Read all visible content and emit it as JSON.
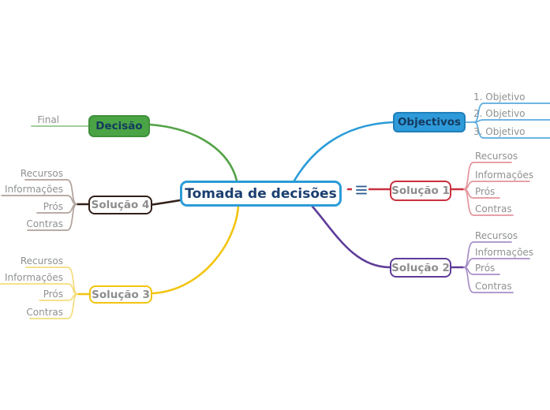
{
  "map": {
    "root": {
      "label": "Tomada de decisões",
      "border_color": "#2b9cd8",
      "text_color": "#1b3f70"
    },
    "relationship_icon": {
      "name": "hamburger-icon",
      "glyph": "≡",
      "color": "#2a5a8f"
    },
    "objectivos": {
      "label": "Objectivos",
      "fill": "#2e9ada",
      "text_color": "#143a5f",
      "line_color": "#2b9cd8",
      "child_line_color": "#5aabdd",
      "children": [
        "1. Objetivo",
        "2. Objetivo",
        "3. Objetivo"
      ]
    },
    "solucao1": {
      "label": "Solução 1",
      "border_color": "#c9303e",
      "text_color": "#8d8d8d",
      "line_color": "#c9303e",
      "child_line_color": "#e4949c",
      "children": [
        "Recursos",
        "Informações",
        "Prós",
        "Contras"
      ]
    },
    "solucao2": {
      "label": "Solução 2",
      "border_color": "#5e3c98",
      "text_color": "#8d8d8d",
      "line_color": "#5e3c98",
      "child_line_color": "#a78fc8",
      "children": [
        "Recursos",
        "Informações",
        "Prós",
        "Contras"
      ]
    },
    "decisao": {
      "label": "Decisão",
      "fill": "#4aa445",
      "text_color": "#143a5f",
      "line_color": "#53a346",
      "child_line_color": "#94c78c",
      "children": [
        "Final"
      ]
    },
    "solucao4": {
      "label": "Solução 4",
      "border_color": "#33201a",
      "text_color": "#8d8d8d",
      "line_color": "#33201a",
      "child_line_color": "#b0a19a",
      "children": [
        "Recursos",
        "Informações",
        "Prós",
        "Contras"
      ]
    },
    "solucao3": {
      "label": "Solução 3",
      "border_color": "#f2c40e",
      "text_color": "#8d8d8d",
      "line_color": "#f2c40e",
      "child_line_color": "#f5dd7d",
      "children": [
        "Recursos",
        "Informações",
        "Prós",
        "Contras"
      ]
    }
  }
}
